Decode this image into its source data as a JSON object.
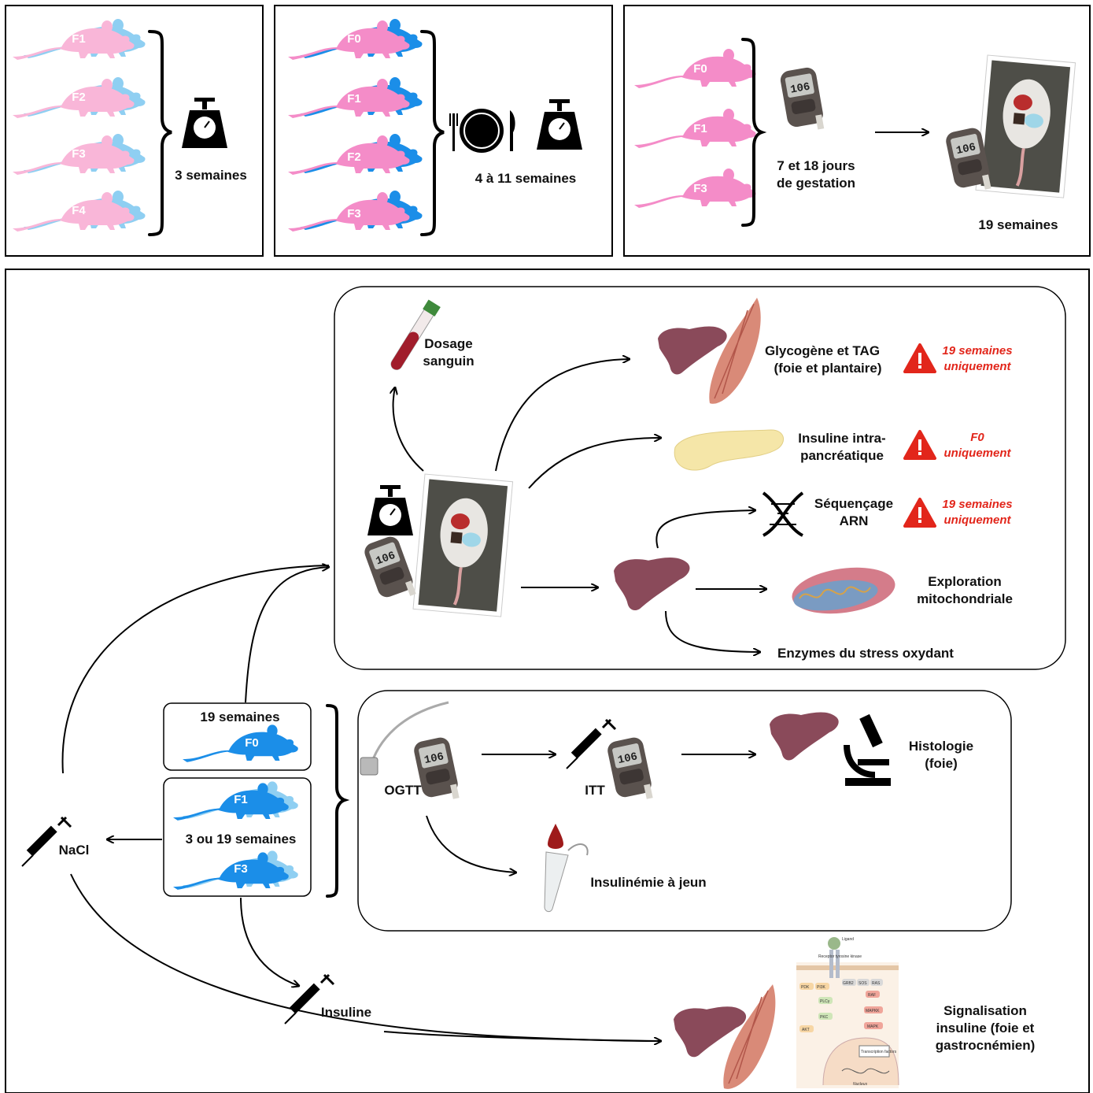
{
  "panel1": {
    "mice": [
      "F1",
      "F2",
      "F3",
      "F4"
    ],
    "caption": "3 semaines",
    "icon": "scale-icon"
  },
  "panel2": {
    "mice": [
      "F0",
      "F1",
      "F2",
      "F3"
    ],
    "caption": "4 à 11 semaines",
    "icons": [
      "fork-icon",
      "plate-icon",
      "knife-icon",
      "scale-icon"
    ]
  },
  "panel3": {
    "mice": [
      "F0",
      "F1",
      "F3"
    ],
    "gestation_line1": "7 et 18 jours",
    "gestation_line2": "de gestation",
    "end_label": "19 semaines",
    "icons": [
      "glucometer-icon",
      "dissection-photo-icon"
    ]
  },
  "sacrifice": {
    "blood_line1": "Dosage",
    "blood_line2": "sanguin",
    "glyco_line1": "Glycogène et TAG",
    "glyco_line2": "(foie et plantaire)",
    "glyco_warn_line1": "19 semaines",
    "glyco_warn_line2": "uniquement",
    "insulin_line1": "Insuline intra-",
    "insulin_line2": "pancréatique",
    "insulin_warn_line1": "F0",
    "insulin_warn_line2": "uniquement",
    "rna_line1": "Séquençage",
    "rna_line2": "ARN",
    "rna_warn_line1": "19 semaines",
    "rna_warn_line2": "uniquement",
    "mito_line1": "Exploration",
    "mito_line2": "mitochondriale",
    "enzymes": "Enzymes du stress oxydant"
  },
  "groups": {
    "group_a_title": "19 semaines",
    "group_a_mouse": "F0",
    "group_b_mice": [
      "F1",
      "F3"
    ],
    "group_b_title": "3 ou 19 semaines"
  },
  "tests": {
    "ogtt": "OGTT",
    "itt": "ITT",
    "histo_line1": "Histologie",
    "histo_line2": "(foie)",
    "insulinemia": "Insulinémie à jeun"
  },
  "injections": {
    "nacl": "NaCl",
    "insulin": "Insuline"
  },
  "signaling": {
    "line1": "Signalisation",
    "line2": "insuline (foie et",
    "line3": "gastrocnémien)",
    "pathway_labels": [
      "Ligand",
      "Receptor tyrosine kinase",
      "PDK",
      "PI3K",
      "GRB2",
      "SOS",
      "RAS",
      "RAF",
      "PLCγ",
      "PKC",
      "MAPKK",
      "MAPK",
      "AKT",
      "Transcription factors",
      "Nucleus"
    ]
  },
  "colors": {
    "pink": "#f48cc8",
    "pink_light": "#f9b6d8",
    "blue": "#1b8ee8",
    "blue_light": "#8fcff2",
    "liver": "#8a4a5a",
    "warning": "#e2261b",
    "muscle": "#d98a78",
    "pancreas": "#f5e6a8"
  }
}
